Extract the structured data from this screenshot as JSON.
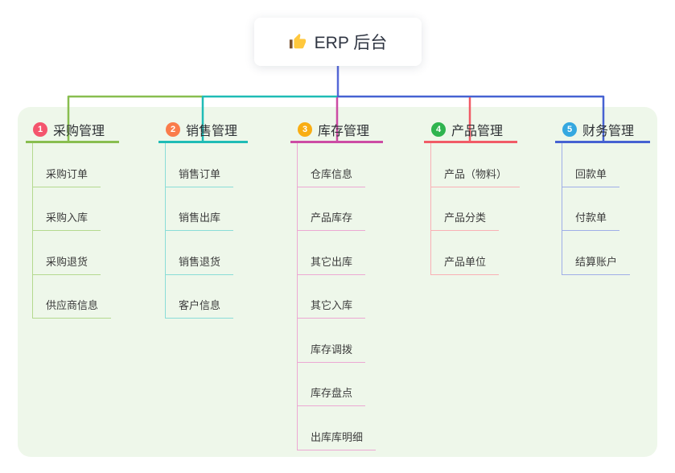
{
  "root": {
    "label": "ERP 后台",
    "icon": "thumbs-up-icon"
  },
  "colors": {
    "panel_bg": "#EEF7EA",
    "root_line": "#5568D8",
    "card_bg": "#FFFFFF"
  },
  "branches": [
    {
      "number": "1",
      "label": "采购管理",
      "badge_color": "#F4556D",
      "line_color": "#88BE4F",
      "line_light_color": "#B4D98F",
      "children": [
        "采购订单",
        "采购入库",
        "采购退货",
        "供应商信息"
      ]
    },
    {
      "number": "2",
      "label": "销售管理",
      "badge_color": "#FA7C4B",
      "line_color": "#1FBCB6",
      "line_light_color": "#8ADDD7",
      "children": [
        "销售订单",
        "销售出库",
        "销售退货",
        "客户信息"
      ]
    },
    {
      "number": "3",
      "label": "库存管理",
      "badge_color": "#F9AE13",
      "line_color": "#CC4CA4",
      "line_light_color": "#ECA8D3",
      "children": [
        "仓库信息",
        "产品库存",
        "其它出库",
        "其它入库",
        "库存调拨",
        "库存盘点",
        "出库库明细"
      ]
    },
    {
      "number": "4",
      "label": "产品管理",
      "badge_color": "#2FB44F",
      "line_color": "#F15B66",
      "line_light_color": "#F9B0B5",
      "children": [
        "产品（物料）",
        "产品分类",
        "产品单位"
      ]
    },
    {
      "number": "5",
      "label": "财务管理",
      "badge_color": "#35A8E0",
      "line_color": "#4662D2",
      "line_light_color": "#9FAEE7",
      "children": [
        "回款单",
        "付款单",
        "结算账户"
      ]
    }
  ]
}
